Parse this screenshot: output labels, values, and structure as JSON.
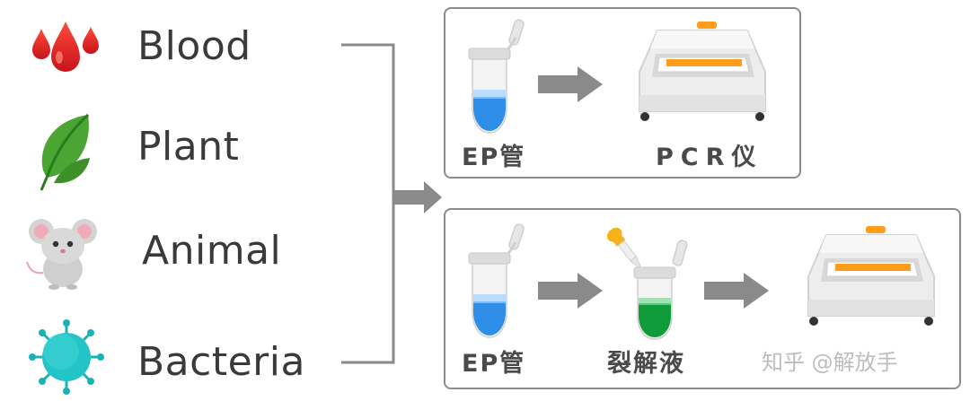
{
  "sources": [
    {
      "label": "Blood",
      "icon": "blood-drops-icon"
    },
    {
      "label": "Plant",
      "icon": "leaf-icon"
    },
    {
      "label": "Animal",
      "icon": "mouse-icon"
    },
    {
      "label": "Bacteria",
      "icon": "bacterium-icon"
    }
  ],
  "workflow_top": {
    "steps": [
      {
        "label": "EP管",
        "icon": "ep-tube-blue-icon"
      },
      {
        "label": "PCR仪",
        "icon": "pcr-machine-icon"
      }
    ]
  },
  "workflow_bottom": {
    "steps": [
      {
        "label": "EP管",
        "icon": "ep-tube-blue-icon"
      },
      {
        "label": "裂解液",
        "icon": "ep-tube-green-with-dropper-icon"
      },
      {
        "label": "",
        "icon": "pcr-machine-icon"
      }
    ]
  },
  "watermark": "知乎 @解放手",
  "colors": {
    "blood": "#e52424",
    "leaf": "#3f9a2c",
    "mouse": "#cfcfcf",
    "bacteria": "#1fbfc2",
    "tube_liquid_blue": "#2f8fe8",
    "tube_liquid_green": "#0f9b3a",
    "arrow": "#8a8a8a",
    "pcr_screen": "#ff9c1a"
  }
}
